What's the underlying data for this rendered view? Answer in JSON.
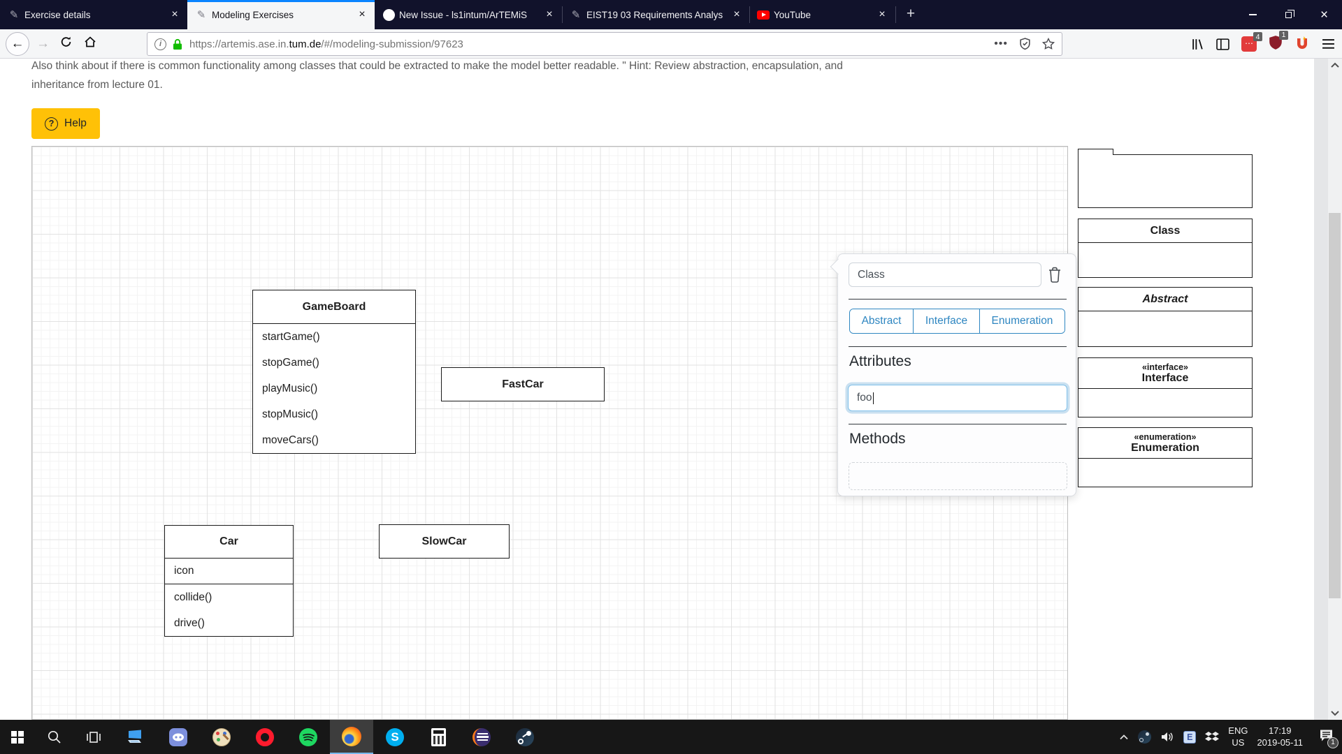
{
  "browser": {
    "tabs": [
      {
        "title": "Exercise details"
      },
      {
        "title": "Modeling Exercises"
      },
      {
        "title": "New Issue - ls1intum/ArTEMiS"
      },
      {
        "title": "EIST19 03 Requirements Analys"
      },
      {
        "title": "YouTube"
      }
    ],
    "new_tab_button": "+",
    "url_prefix": "https://artemis.ase.in.",
    "url_domain": "tum.de",
    "url_path": "/#/modeling-submission/97623",
    "extension_badge_1": "4",
    "extension_badge_2": "1"
  },
  "page": {
    "description_line_1": "Also think about if there is common functionality among classes that could be extracted to make the model better readable. \" Hint: Review abstraction, encapsulation, and",
    "description_line_2": "inheritance from lecture 01.",
    "help_button": "Help"
  },
  "diagram": {
    "game_board": {
      "name": "GameBoard",
      "methods": [
        "startGame()",
        "stopGame()",
        "playMusic()",
        "stopMusic()",
        "moveCars()"
      ]
    },
    "fast_car": {
      "name": "FastCar"
    },
    "slow_car": {
      "name": "SlowCar"
    },
    "car": {
      "name": "Car",
      "attributes": [
        "icon"
      ],
      "methods": [
        "collide()",
        "drive()"
      ]
    }
  },
  "popup": {
    "name_value": "Class",
    "buttons": [
      "Abstract",
      "Interface",
      "Enumeration"
    ],
    "attributes_heading": "Attributes",
    "attribute_input_value": "foo",
    "methods_heading": "Methods"
  },
  "palette": {
    "class_label": "Class",
    "abstract_label": "Abstract",
    "interface_stereotype": "«interface»",
    "interface_label": "Interface",
    "enumeration_stereotype": "«enumeration»",
    "enumeration_label": "Enumeration"
  },
  "taskbar": {
    "language_top": "ENG",
    "language_bottom": "US",
    "time": "17:19",
    "date": "2019-05-11",
    "notification_badge": "1"
  }
}
